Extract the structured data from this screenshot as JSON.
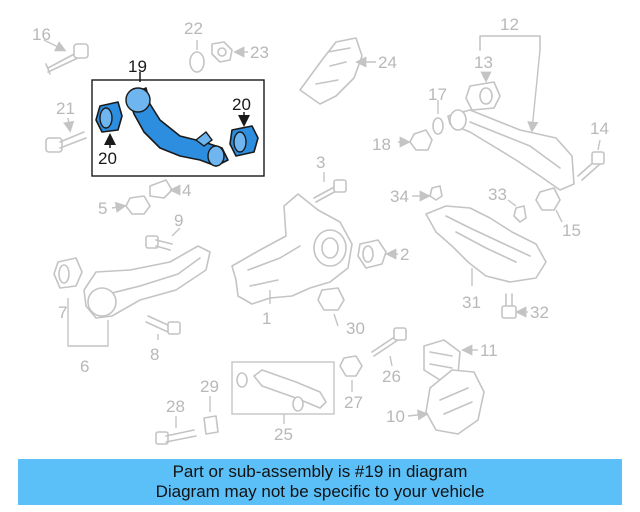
{
  "highlighted_part": "19",
  "callouts": {
    "c1": "1",
    "c2": "2",
    "c3": "3",
    "c4": "4",
    "c5": "5",
    "c6": "6",
    "c7": "7",
    "c8": "8",
    "c9": "9",
    "c10": "10",
    "c11": "11",
    "c12": "12",
    "c13": "13",
    "c14": "14",
    "c15": "15",
    "c16": "16",
    "c17": "17",
    "c18": "18",
    "c19": "19",
    "c20a": "20",
    "c20b": "20",
    "c21": "21",
    "c22": "22",
    "c23": "23",
    "c24": "24",
    "c25": "25",
    "c26": "26",
    "c27": "27",
    "c28": "28",
    "c29": "29",
    "c30": "30",
    "c31": "31",
    "c32": "32",
    "c33": "33",
    "c34": "34"
  },
  "banner": {
    "line1": "Part or sub-assembly is #19 in diagram",
    "line2": "Diagram may not be specific to your vehicle"
  },
  "colors": {
    "highlight_fill": "#2d8ee0",
    "banner_bg": "#5bc0f8",
    "part_stroke": "#c4c4c4"
  }
}
